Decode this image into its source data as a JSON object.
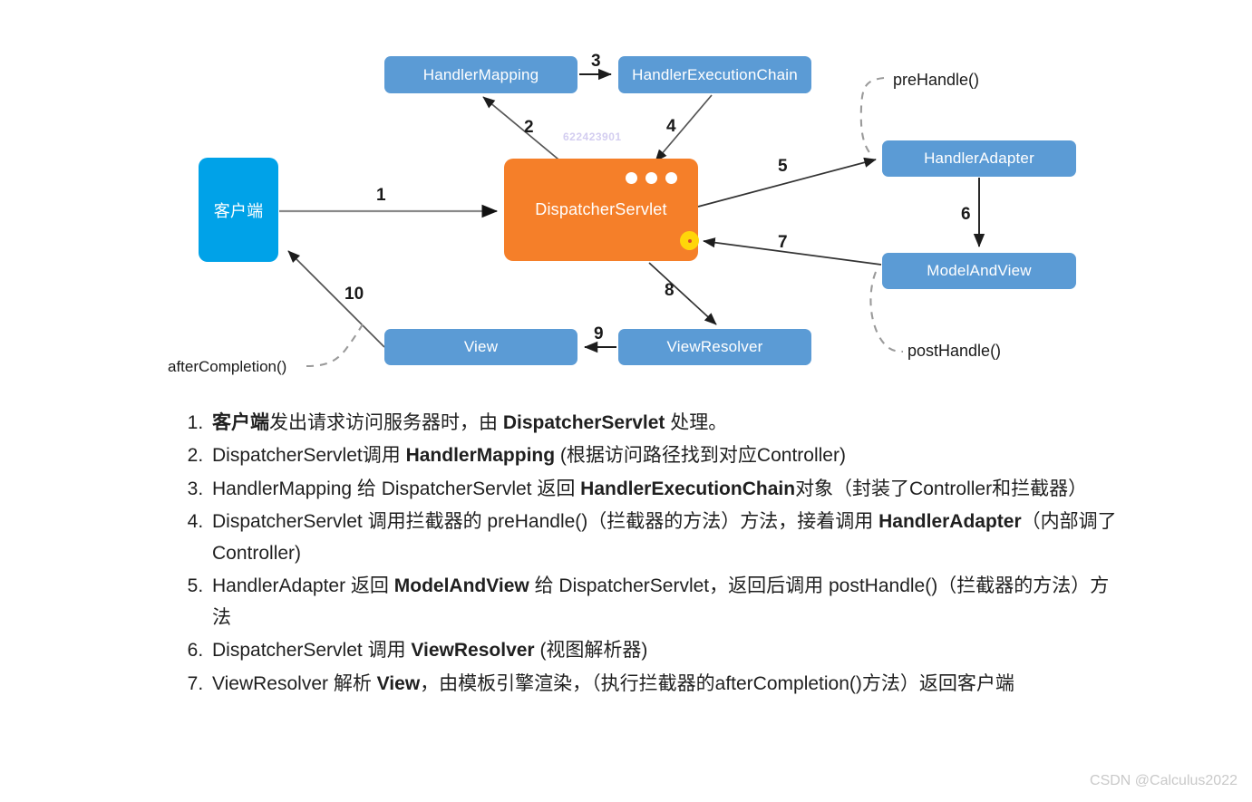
{
  "diagram": {
    "title": "Spring MVC DispatcherServlet request flow",
    "colors": {
      "blue_node": "#5b9bd5",
      "client_node": "#00a2e8",
      "dispatcher_node": "#f57f29",
      "marker_dot": "#ffd60a",
      "arrow": "#404040",
      "dashed": "#9a9a9a"
    },
    "nodes": {
      "handler_mapping": "HandlerMapping",
      "handler_execution_chain": "HandlerExecutionChain",
      "client": "客户端",
      "dispatcher_servlet": "DispatcherServlet",
      "handler_adapter": "HandlerAdapter",
      "model_and_view": "ModelAndView",
      "view": "View",
      "view_resolver": "ViewResolver"
    },
    "edge_labels": {
      "e1": "1",
      "e2": "2",
      "e3": "3",
      "e4": "4",
      "e5": "5",
      "e6": "6",
      "e7": "7",
      "e8": "8",
      "e9": "9",
      "e10": "10"
    },
    "annotations": {
      "pre_handle": "preHandle()",
      "post_handle": "postHandle()",
      "after_completion": "afterCompletion()"
    },
    "watermark": "622423901"
  },
  "steps": [
    "<b>客户端</b>发出请求访问服务器时，由 <b>DispatcherServlet</b> 处理。",
    "DispatcherServlet调用 <b>HandlerMapping</b> (根据访问路径找到对应Controller)",
    "HandlerMapping 给 DispatcherServlet 返回 <b>HandlerExecutionChain</b>对象（封装了Controller和拦截器）",
    "DispatcherServlet 调用拦截器的 preHandle()（拦截器的方法）方法，接着调用 <b>HandlerAdapter</b>（内部调了Controller)",
    "HandlerAdapter 返回 <b>ModelAndView</b> 给 DispatcherServlet，返回后调用 postHandle()（拦截器的方法）方法",
    "DispatcherServlet 调用 <b>ViewResolver</b> (视图解析器)",
    "ViewResolver 解析 <b>View</b>，由模板引擎渲染，（执行拦截器的afterCompletion()方法）返回客户端"
  ],
  "footer": {
    "watermark": "CSDN @Calculus2022"
  }
}
